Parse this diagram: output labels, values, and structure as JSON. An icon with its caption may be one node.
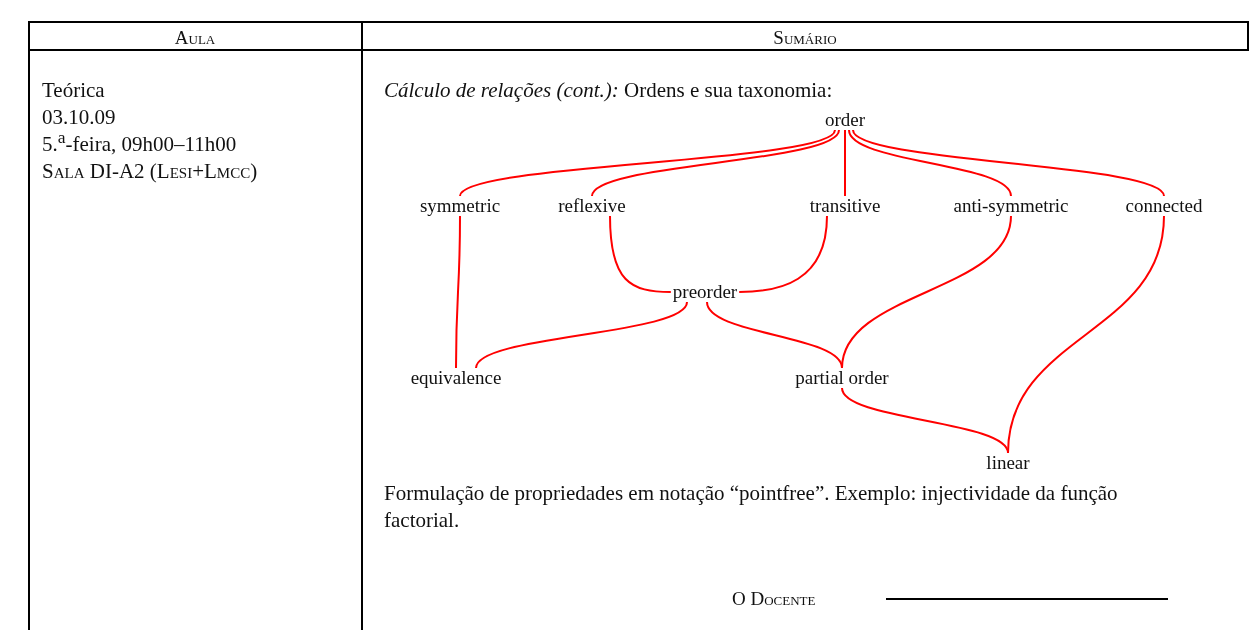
{
  "diagram": {
    "nodes": [
      {
        "text": [
          "order"
        ]
      },
      {
        "text": [
          "symmetric"
        ]
      },
      {
        "text": [
          "reflexive"
        ]
      },
      {
        "text": [
          "transitive"
        ]
      },
      {
        "text": [
          "anti-symmetric"
        ]
      },
      {
        "text": [
          "connected"
        ]
      },
      {
        "text": [
          "preorder"
        ]
      },
      {
        "text": [
          "equivalence"
        ]
      },
      {
        "text": [
          "partial order"
        ]
      },
      {
        "text": [
          "linear"
        ]
      }
    ],
    "edges": [
      {
        "from": 0,
        "to": 1,
        "arrow": "none"
      },
      {
        "from": 0,
        "to": 2,
        "arrow": "none"
      },
      {
        "from": 0,
        "to": 3,
        "arrow": "none"
      },
      {
        "from": 0,
        "to": 4,
        "arrow": "none"
      },
      {
        "from": 0,
        "to": 5,
        "arrow": "none"
      },
      {
        "from": 2,
        "to": 6,
        "arrow": "none"
      },
      {
        "from": 3,
        "to": 6,
        "arrow": "none"
      },
      {
        "from": 1,
        "to": 7,
        "arrow": "none"
      },
      {
        "from": 6,
        "to": 7,
        "arrow": "none"
      },
      {
        "from": 6,
        "to": 8,
        "arrow": "none"
      },
      {
        "from": 4,
        "to": 8,
        "arrow": "none"
      },
      {
        "from": 8,
        "to": 9,
        "arrow": "none"
      },
      {
        "from": 5,
        "to": 9,
        "arrow": "none"
      }
    ],
    "labels": [
      "Aula",
      "Sumário",
      "Teórica",
      "03.10.09",
      "5.$^{a}$-feira, 09h00–11h00",
      "Sala DI-A2 (Lesi+Lmcc)",
      "*Cálculo de relações (cont.):* Ordens e sua taxonomia:",
      "Formulação de propriedades em notação “pointfree”. Exemplo: injectividade da função factorial.",
      "O Docente"
    ]
  }
}
